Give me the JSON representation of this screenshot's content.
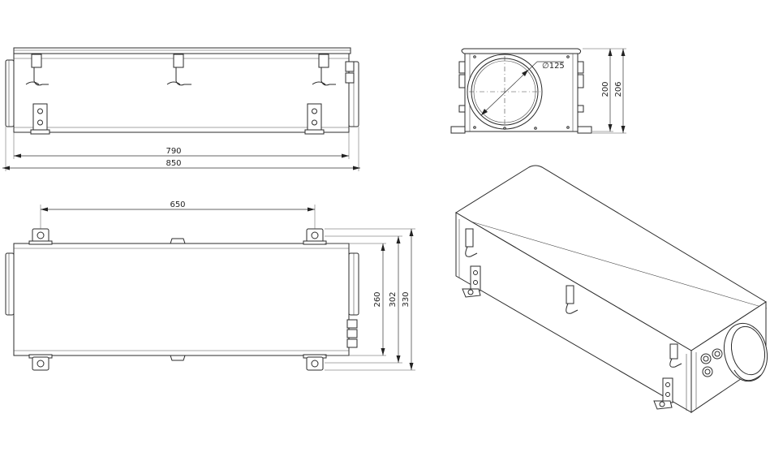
{
  "dimensions": {
    "side_inner_length": "790",
    "side_total_length": "850",
    "top_mount_spacing": "650",
    "top_height_a": "260",
    "top_height_b": "302",
    "top_height_c": "330",
    "end_height_a": "200",
    "end_height_b": "206",
    "end_diameter": "∅125"
  }
}
